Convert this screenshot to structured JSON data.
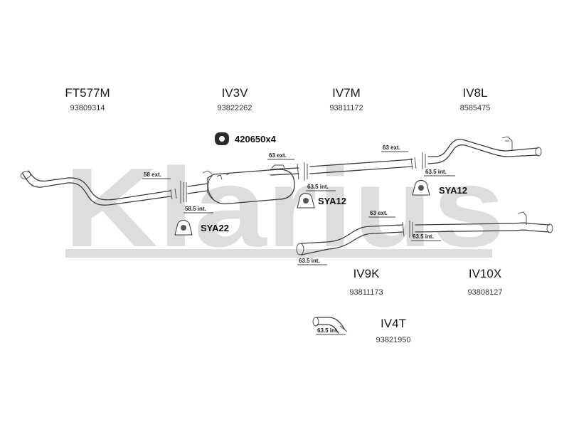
{
  "watermark": {
    "text": "Klarius",
    "color": "#d2d2d2"
  },
  "parts": [
    {
      "code": "FT577M",
      "number": "93809314"
    },
    {
      "code": "IV3V",
      "number": "93822262"
    },
    {
      "code": "IV7M",
      "number": "93811172"
    },
    {
      "code": "IV8L",
      "number": "8585475"
    },
    {
      "code": "IV9K",
      "number": "93811173"
    },
    {
      "code": "IV10X",
      "number": "93808127"
    },
    {
      "code": "IV4T",
      "number": "93821950"
    }
  ],
  "fittings": {
    "clamp": "420650x4",
    "mount1": "SYA12",
    "mount2": "SYA12",
    "mount3": "SYA22"
  },
  "dimensions": {
    "d1": "58 ext.",
    "d2": "58.5 int.",
    "d3": "63 ext.",
    "d4": "63.5 int.",
    "d5": "63 ext.",
    "d6": "63.5 int.",
    "d7": "63 ext.",
    "d8": "63.5 int.",
    "d9": "63.5 int.",
    "d10": "63.5 int."
  }
}
